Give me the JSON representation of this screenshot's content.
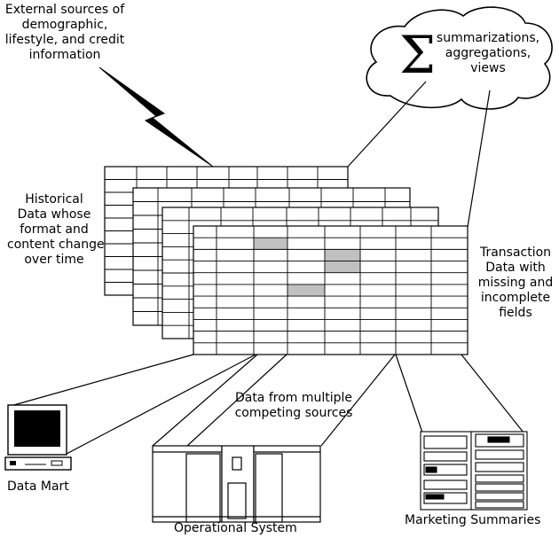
{
  "labels": {
    "external": [
      "External sources of",
      "demographic,",
      "lifestyle, and credit",
      "information"
    ],
    "cloud": [
      "summarizations,",
      "aggregations,",
      "views"
    ],
    "historical": [
      "Historical",
      "Data whose",
      "format and",
      "content change",
      "over time"
    ],
    "transaction": [
      "Transaction",
      "Data with",
      "missing and",
      "incomplete",
      "fields"
    ],
    "multiple": [
      "Data from multiple",
      "competing sources"
    ],
    "data_mart": "Data Mart",
    "operational": "Operational System",
    "marketing": "Marketing Summaries"
  },
  "symbols": {
    "sigma": "Σ"
  },
  "colors": {
    "line": "#000000",
    "missing_cell": "#c0c0c0",
    "screen": "#000000",
    "background": "#ffffff"
  }
}
